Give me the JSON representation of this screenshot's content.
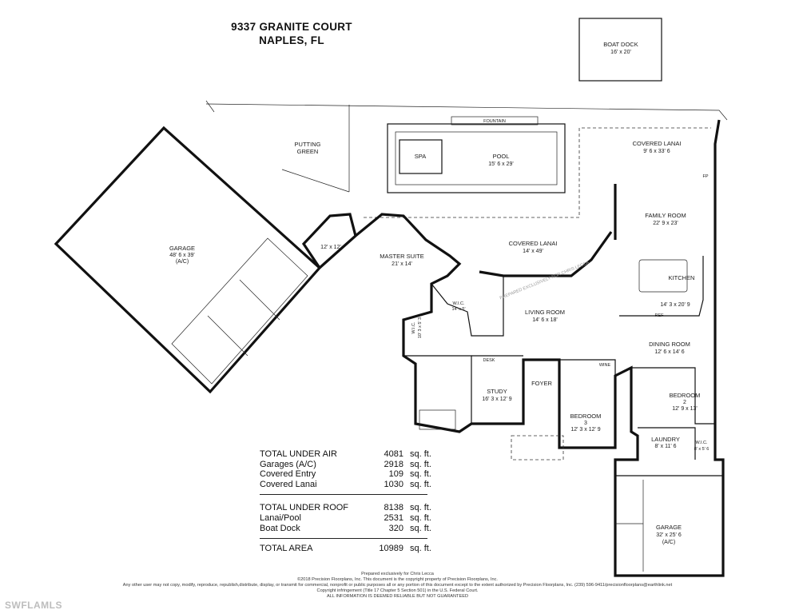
{
  "header": {
    "address_line1": "9337 GRANITE COURT",
    "address_line2": "NAPLES, FL"
  },
  "rooms": {
    "boat_dock": {
      "name": "BOAT DOCK",
      "dims": "16' x 20'"
    },
    "putting_green": {
      "line1": "PUTTING",
      "line2": "GREEN"
    },
    "fountain": "FOUNTAIN",
    "spa": "SPA",
    "pool": {
      "name": "POOL",
      "dims": "15' 6 x 29'"
    },
    "covered_lanai_east": {
      "name": "COVERED LANAI",
      "dims": "9' 6 x 33' 6"
    },
    "garage_main": {
      "name": "GARAGE",
      "dims": "48' 6 x 39'",
      "note": "(A/C)"
    },
    "entry_12": "12' x 12'",
    "master_suite": {
      "name": "MASTER SUITE",
      "dims": "21' x 14'"
    },
    "covered_lanai_center": {
      "name": "COVERED LANAI",
      "dims": "14' x 49'"
    },
    "family_room": {
      "name": "FAMILY ROOM",
      "dims": "22' 9 x 23'"
    },
    "kitchen": {
      "name": "KITCHEN",
      "dims": "14' 3 x 20' 9"
    },
    "wic_master": {
      "name": "W.I.C.",
      "dims": "14' x 5'"
    },
    "wic_master2": {
      "name": "W.I.C.",
      "dims": "10' 3 x 5' 3"
    },
    "living_room": {
      "name": "LIVING ROOM",
      "dims": "14' 6 x 18'"
    },
    "dining_room": {
      "name": "DINING ROOM",
      "dims": "12' 6 x 14' 6"
    },
    "desk": "DESK",
    "study": {
      "name": "STUDY",
      "dims": "16' 3 x 12' 9"
    },
    "foyer": "FOYER",
    "bedroom2": {
      "name": "BEDROOM",
      "num": "2",
      "dims": "12' 9 x 13'"
    },
    "bedroom3": {
      "name": "BEDROOM",
      "num": "3",
      "dims": "12' 3 x 12' 9"
    },
    "laundry": {
      "name": "LAUNDRY",
      "dims": "8' x 11' 6"
    },
    "wic_bed2": {
      "name": "W.I.C.",
      "dims": "8' x 5' 6"
    },
    "garage_second": {
      "name": "GARAGE",
      "dims": "32' x 25' 6",
      "note": "(A/C)"
    },
    "fp": "FP",
    "ref": "REF",
    "wine": "WINE",
    "watermark_diag": "PREPARED EXCLUSIVELY FOR CHRIS LECCA"
  },
  "stats": {
    "unit": "sq. ft.",
    "rows_a": [
      {
        "name": "TOTAL UNDER AIR",
        "value": "4081"
      },
      {
        "name": "Garages (A/C)",
        "value": "2918"
      },
      {
        "name": "Covered Entry",
        "value": "109"
      },
      {
        "name": "Covered Lanai",
        "value": "1030"
      }
    ],
    "rows_b": [
      {
        "name": "TOTAL UNDER ROOF",
        "value": "8138"
      },
      {
        "name": "Lanai/Pool",
        "value": "2531"
      },
      {
        "name": "Boat Dock",
        "value": "320"
      }
    ],
    "total": {
      "name": "TOTAL AREA",
      "value": "10989"
    }
  },
  "footer": {
    "line1": "Prepared exclusively for Chris Lecca",
    "line2": "©2018 Precision Floorplans, Inc.  This document is the copyright property of Precision Floorplans, Inc.",
    "line3": "Any other user may not copy, modify, reproduce, republish,distribute, display, or transmit for commercial, nonprofit or public purposes all or any portion of this document except to the extent authorized by Precision Floorplans, Inc. (239) 596-9411/precisionfloorplans@earthlink.net",
    "line4": "Copyright infringement (Title 17 Chapter 5 Section 501) in the U.S. Federal Court.",
    "line5": "ALL INFORMATION IS DEEMED RELIABLE BUT NOT GUARANTEED"
  },
  "watermark": "SWFLAMLS"
}
